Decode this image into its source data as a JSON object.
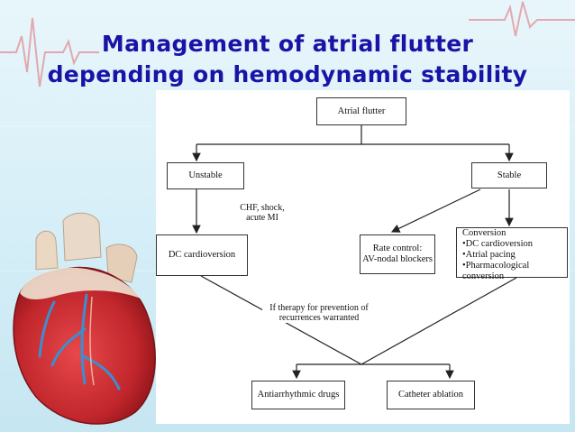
{
  "slide": {
    "title_line1": "Management of atrial flutter",
    "title_line2": "depending on hemodynamic stability"
  },
  "flowchart": {
    "atrial_flutter": "Atrial flutter",
    "unstable": "Unstable",
    "stable": "Stable",
    "chf_note_line1": "CHF, shock,",
    "chf_note_line2": "acute MI",
    "dc_cardioversion": "DC cardioversion",
    "rate_control_line1": "Rate control:",
    "rate_control_line2": "AV-nodal blockers",
    "conversion_line1": "Conversion",
    "conversion_line2": "•DC cardioversion",
    "conversion_line3": "•Atrial pacing",
    "conversion_line4": "•Pharmacological conversion",
    "therapy_note_line1": "If therapy for prevention of",
    "therapy_note_line2": "recurrences warranted",
    "antiarrhythmic": "Antiarrhythmic drugs",
    "catheter_ablation": "Catheter ablation"
  },
  "colors": {
    "title": "#1a13a6",
    "background": "#d5eef7",
    "ecg_trace": "#d8404a"
  }
}
